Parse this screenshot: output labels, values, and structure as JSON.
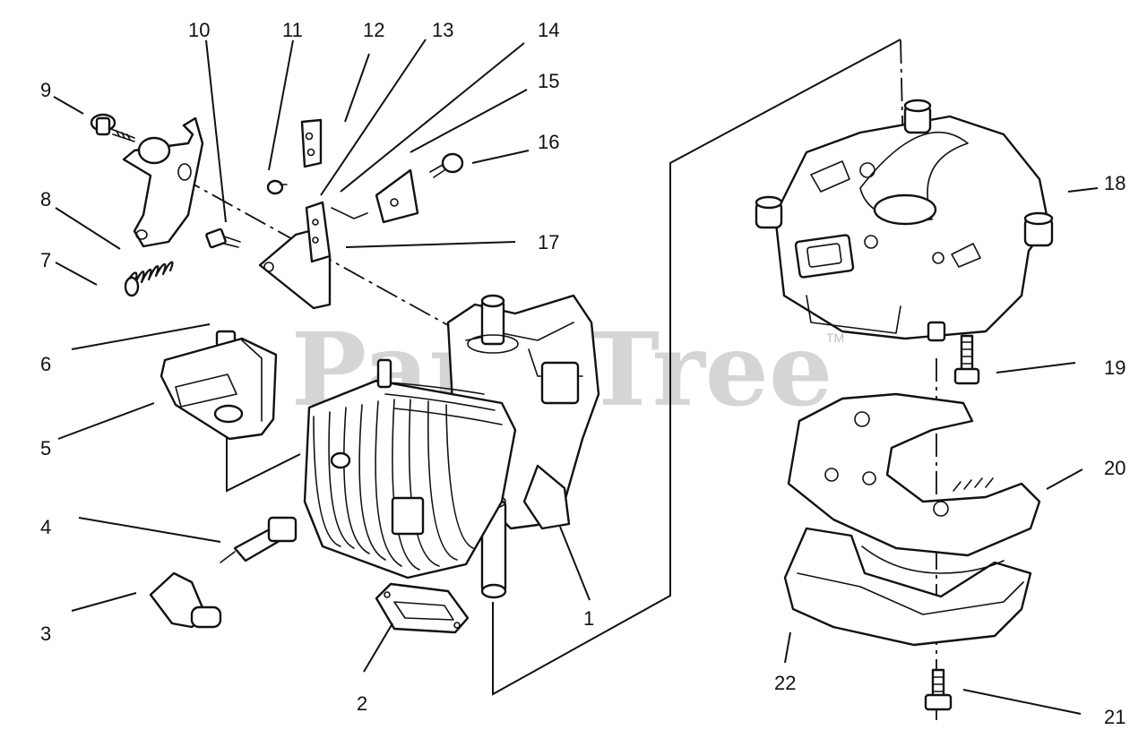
{
  "callouts": [
    {
      "id": "1",
      "label": "1"
    },
    {
      "id": "2",
      "label": "2"
    },
    {
      "id": "3",
      "label": "3"
    },
    {
      "id": "4",
      "label": "4"
    },
    {
      "id": "5",
      "label": "5"
    },
    {
      "id": "6",
      "label": "6"
    },
    {
      "id": "7",
      "label": "7"
    },
    {
      "id": "8",
      "label": "8"
    },
    {
      "id": "9",
      "label": "9"
    },
    {
      "id": "10",
      "label": "10"
    },
    {
      "id": "11",
      "label": "11"
    },
    {
      "id": "12",
      "label": "12"
    },
    {
      "id": "13",
      "label": "13"
    },
    {
      "id": "14",
      "label": "14"
    },
    {
      "id": "15",
      "label": "15"
    },
    {
      "id": "16",
      "label": "16"
    },
    {
      "id": "17",
      "label": "17"
    },
    {
      "id": "18",
      "label": "18"
    },
    {
      "id": "19",
      "label": "19"
    },
    {
      "id": "20",
      "label": "20"
    },
    {
      "id": "21",
      "label": "21"
    },
    {
      "id": "22",
      "label": "22"
    }
  ],
  "watermark": {
    "text": "PartsTree",
    "trademark": "TM"
  }
}
